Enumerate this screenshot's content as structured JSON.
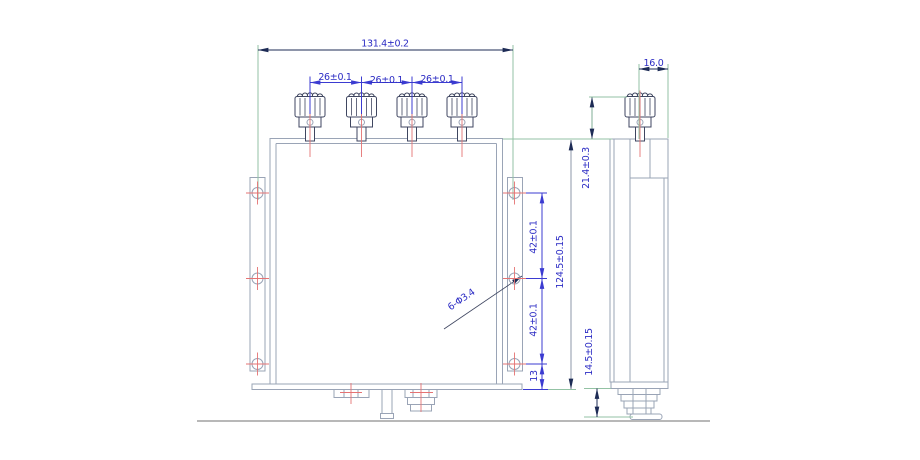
{
  "drawing": {
    "type": "mechanical-dimension-drawing",
    "views": [
      "front-view",
      "side-view"
    ],
    "dimensions": {
      "overall_width": "131.4±0.2",
      "port_spacing": [
        "26±0.1",
        "26±0.1",
        "26±0.1"
      ],
      "depth": "16.0",
      "connector_height": "21.4±0.3",
      "body_height": "124.5±0.15",
      "hole_pitch_upper": "42±0.1",
      "hole_pitch_lower": "42±0.1",
      "hole_edge_offset": "13",
      "base_height": "14.5±0.15",
      "hole_callout": "6-Φ3.4"
    },
    "counts": {
      "top_connectors": 4,
      "flange_holes": 6
    },
    "colors": {
      "background": "#ffffff",
      "dimension_text_blue": "#2c2cc4",
      "dimension_line_blue": "#3b3bd1",
      "arrow_navy": "#1d2b55",
      "extension_green": "#93c2a4",
      "centerline_red": "#e57373",
      "body_outline_gray": "#9aa4b6",
      "connector_outline": "#3f4660",
      "ground_gray": "#aeaeae"
    }
  }
}
